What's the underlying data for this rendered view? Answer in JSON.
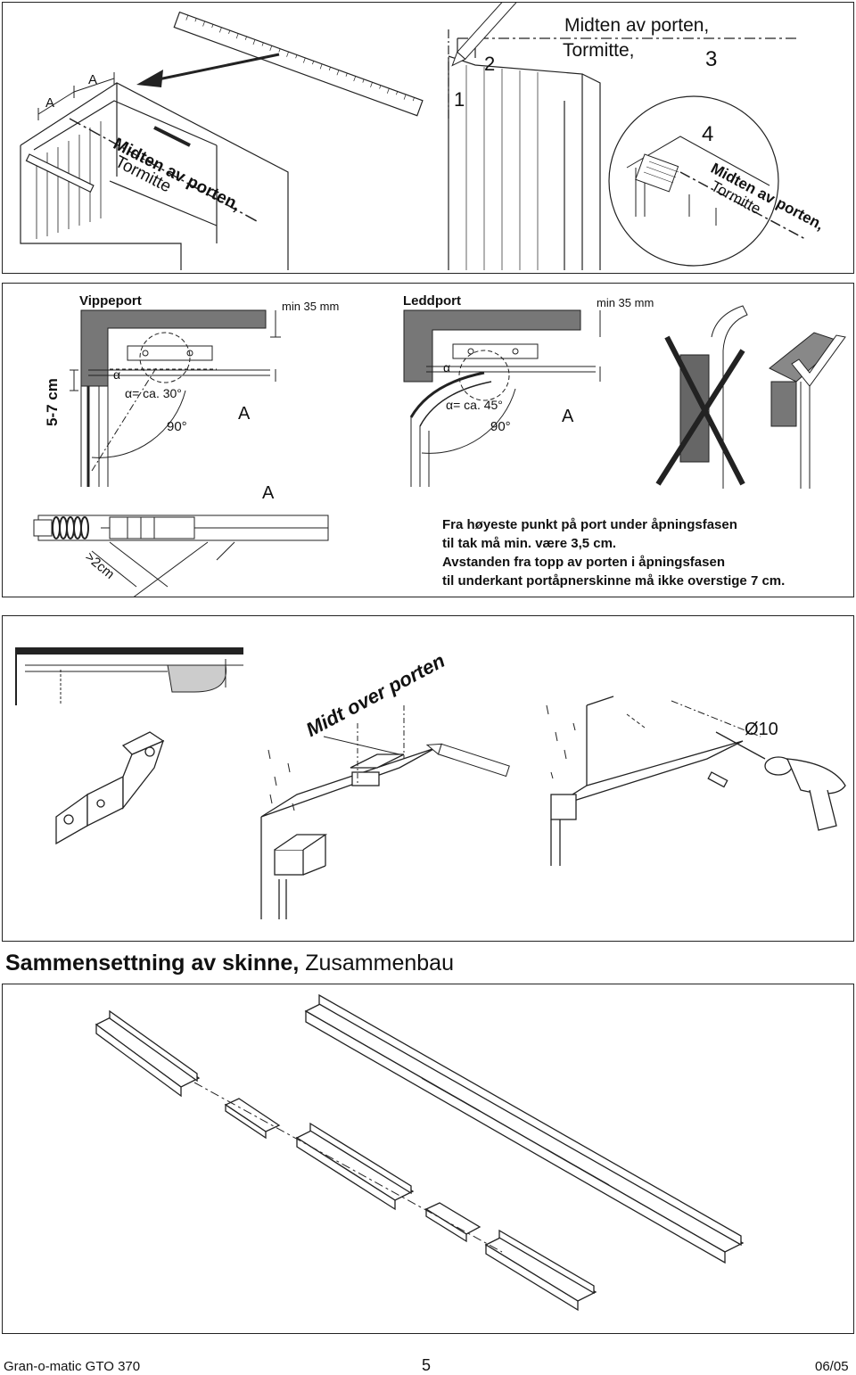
{
  "panel1": {
    "center_label_main": "Midten av porten,",
    "center_label_sub": "Tormitte,",
    "rot_label_main": "Midten av porten,",
    "rot_label_sub": "Tormitte",
    "step1": "1",
    "step2": "2",
    "step3": "3",
    "step4": "4",
    "dim_a": "A",
    "circle_label_main": "Midten av porten,",
    "circle_label_sub": "Tormitte"
  },
  "panel2": {
    "vippeport_title": "Vippeport",
    "leddport_title": "Leddport",
    "min_left": "min 35 mm",
    "min_right": "min 35 mm",
    "side_dim": "5-7 cm",
    "alpha_30": "α= ca. 30°",
    "alpha_45": "α= ca. 45°",
    "angle_left": "90°",
    "angle_right": "90°",
    "a_left": "A",
    "a_right": "A",
    "alpha_sym": "α",
    "a_bottom": "A",
    "gap": ">2cm",
    "info_lines": [
      "Fra høyeste punkt på port under åpningsfasen",
      "til tak må min. være 3,5 cm.",
      "Avstanden fra topp av porten i åpningsfasen",
      "til underkant portåpnerskinne må ikke overstige 7 cm."
    ]
  },
  "panel3": {
    "midt_label": "Midt over porten",
    "drill_label": "Ø10"
  },
  "section_heading_bold": "Sammensettning av skinne,",
  "section_heading_normal": " Zusammenbau",
  "footer": {
    "product": "Gran-o-matic GTO 370",
    "page": "5",
    "date": "06/05"
  }
}
